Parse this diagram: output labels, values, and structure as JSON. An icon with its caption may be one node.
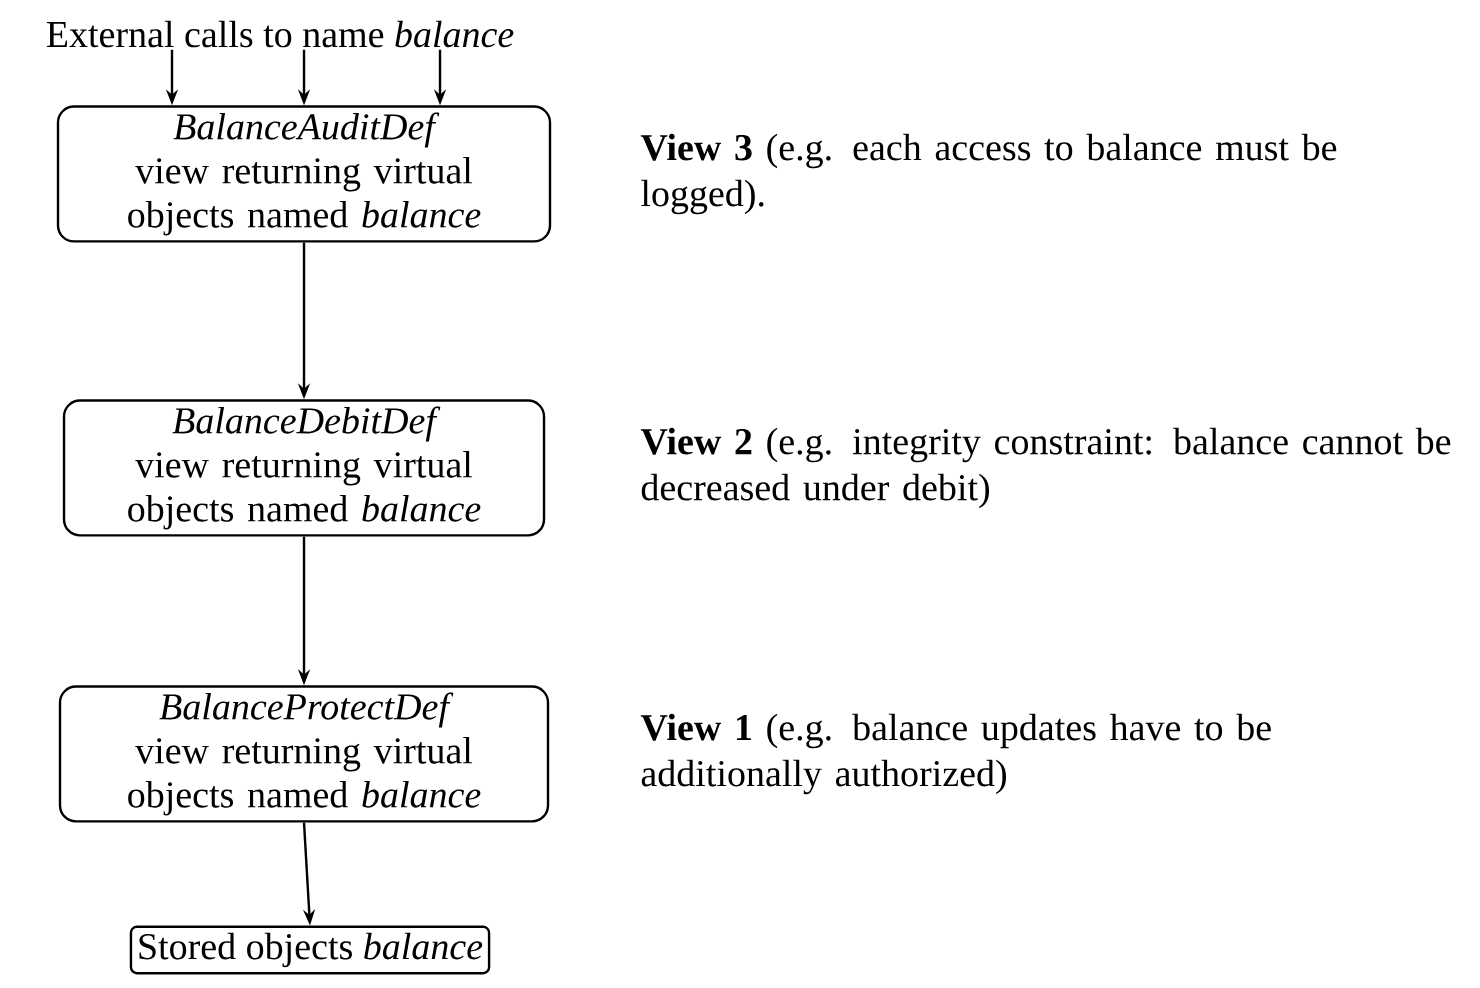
{
  "diagram": {
    "nodes": [
      {
        "text": [
          "External calls to name *balance*"
        ]
      },
      {
        "text": [
          "*BalanceAuditDef* view returning virtual objects named *balance*"
        ],
        "beside": [
          "**View 3** (e.g. each access to balance must be logged)."
        ]
      },
      {
        "text": [
          "*BalanceDebitDef* view returning virtual objects named *balance*"
        ],
        "beside": [
          "**View 2** (e.g. integrity constraint: balance cannot be decreased under debit)"
        ]
      },
      {
        "text": [
          "*BalanceProtectDef* view returning virtual objects named *balance*"
        ],
        "beside": [
          "**View 1** (e.g. balance updates have to be additionally authorized)"
        ]
      },
      {
        "text": [
          "Stored objects *balance*"
        ]
      }
    ],
    "edges": [
      {
        "from": 0,
        "to": 1,
        "arrow": "to"
      },
      {
        "from": 0,
        "to": 1,
        "arrow": "to"
      },
      {
        "from": 0,
        "to": 1,
        "arrow": "to"
      },
      {
        "from": 1,
        "to": 2,
        "arrow": "to"
      },
      {
        "from": 2,
        "to": 3,
        "arrow": "to"
      },
      {
        "from": 3,
        "to": 4,
        "arrow": "to"
      }
    ]
  }
}
